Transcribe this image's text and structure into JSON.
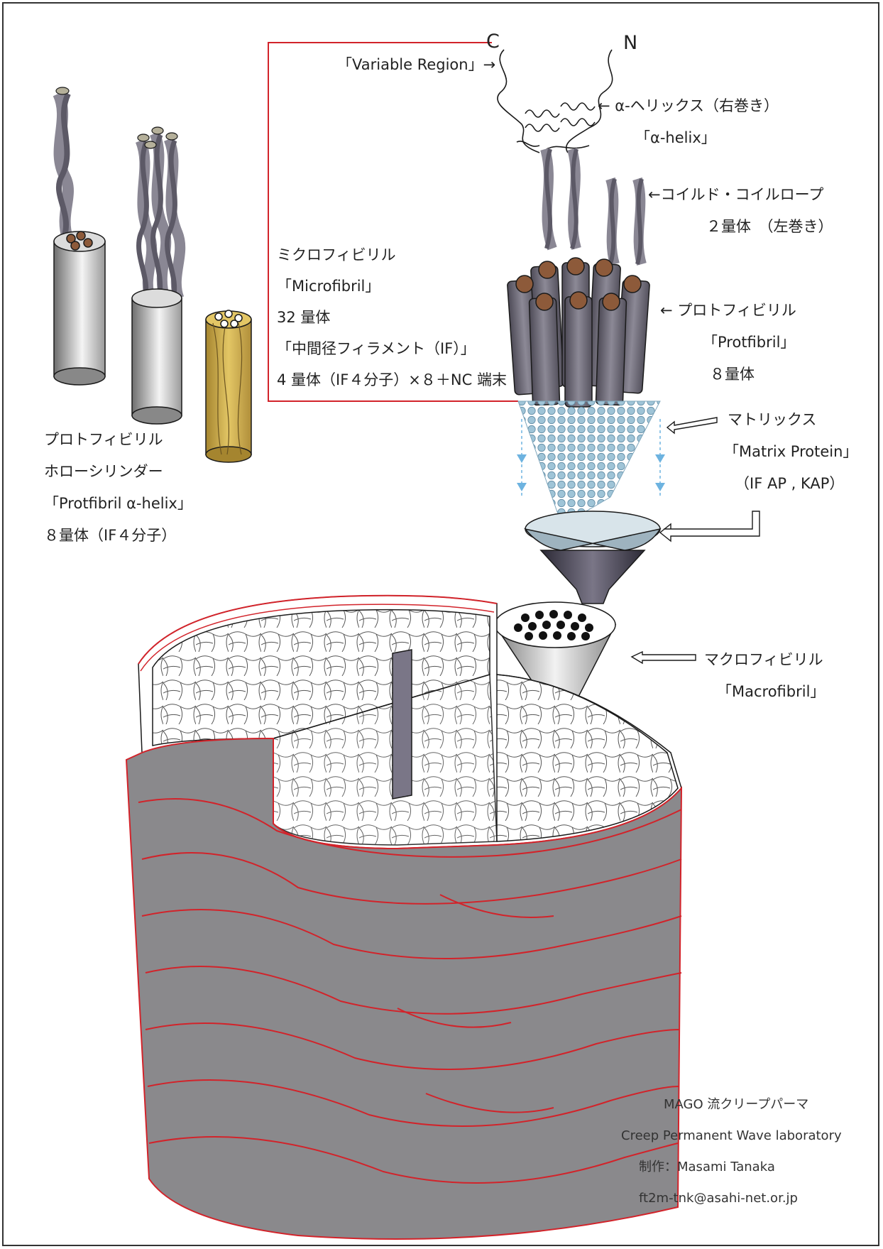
{
  "terminals": {
    "c": "C",
    "n": "N"
  },
  "variable_region": "「Variable Region」→",
  "alpha_helix": {
    "jp": "← α‐ヘリックス（右巻き）",
    "en": "「α-helix」"
  },
  "coiled_coil": {
    "jp": "←コイルド・コイルロープ",
    "sub": "２量体　（左巻き）"
  },
  "microfibril": {
    "jp": "ミクロフィビリル",
    "en": "「Microfibril」",
    "count": "32 量体",
    "if": "「中間径フィラメント（IF）」",
    "formula": "4 量体（IF４分子）×８＋NC 端末"
  },
  "protofibril": {
    "jp": "← プロトフィビリル",
    "en": "「Protfibril」",
    "count": "８量体"
  },
  "matrix": {
    "jp": "マトリックス",
    "en": "「Matrix Protein」",
    "detail": "（IF AP , KAP）"
  },
  "macrofibril": {
    "jp": "マクロフィビリル",
    "en": "「Macrofibril」"
  },
  "left_caption": {
    "line1": "プロトフィビリル",
    "line2": "ホローシリンダー",
    "line3": "「Protfibril  α-helix」",
    "line4": "８量体（IF４分子）"
  },
  "credits": {
    "line1": "MAGO 流クリープパーマ",
    "line2": "Creep Permanent Wave laboratory",
    "line3": "制作：Masami Tanaka",
    "line4": "ft2m-tnk@asahi-net.or.jp"
  },
  "colors": {
    "cuticle_gray": "#8a898c",
    "cuticle_edge": "#d2232a",
    "fiber_gray": "#6f6c78",
    "gold": "#c9a94a",
    "matrix_blue": "#a9cde0",
    "outline": "#1a1a1a"
  }
}
